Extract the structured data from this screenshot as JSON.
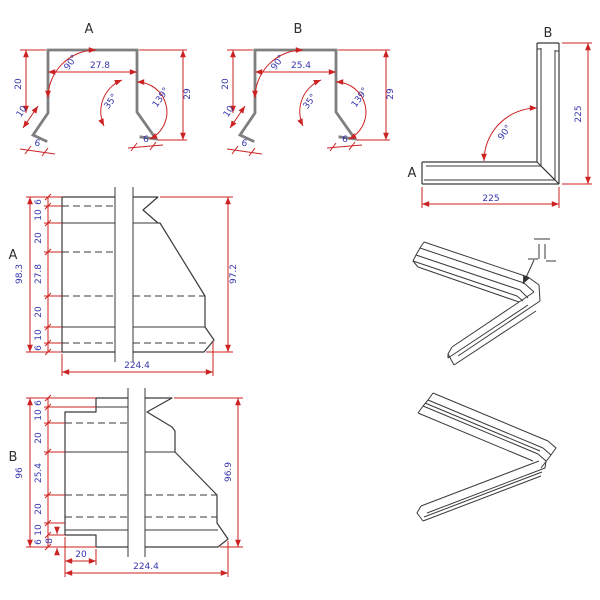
{
  "colors": {
    "dimension_red": "#cc2222",
    "dimension_text_blue": "#3636ac",
    "profile_gray": "#7f7f7f",
    "outline_dark": "#3a3a3a",
    "background": "#ffffff"
  },
  "views": {
    "profile_a": {
      "label": "A",
      "top_width": "27.8",
      "web_height": "20",
      "hook_length": "10",
      "foot_left": "6",
      "foot_right": "6",
      "overall_height": "29",
      "angle_top": "90°",
      "angle_hook": "35°",
      "angle_leg": "139°"
    },
    "profile_b": {
      "label": "B",
      "top_width": "25.4",
      "web_height": "20",
      "hook_length": "10",
      "foot_left": "6",
      "foot_right": "6",
      "overall_height": "29",
      "angle_top": "90°",
      "angle_hook": "35°",
      "angle_leg": "139°"
    },
    "corner": {
      "label_vertical_leg": "B",
      "label_horizontal_leg": "A",
      "angle": "90°",
      "horizontal_length": "225",
      "vertical_length": "225"
    },
    "flat_a": {
      "label": "A",
      "overall_height": "98.3",
      "segments": [
        "6",
        "10",
        "20",
        "27.8",
        "20",
        "10",
        "6"
      ],
      "flat_width": "224.4",
      "right_height": "97.2"
    },
    "flat_b": {
      "label": "B",
      "overall_height": "96",
      "segments": [
        "6",
        "10",
        "20",
        "25.4",
        "20",
        "10",
        "6"
      ],
      "notch_depth": "8",
      "notch_width": "20",
      "flat_width": "224.4",
      "right_height": "96.9"
    },
    "iso_weld": {
      "weld_symbol": "square-groove-weld-callout"
    },
    "iso_plain": {}
  }
}
